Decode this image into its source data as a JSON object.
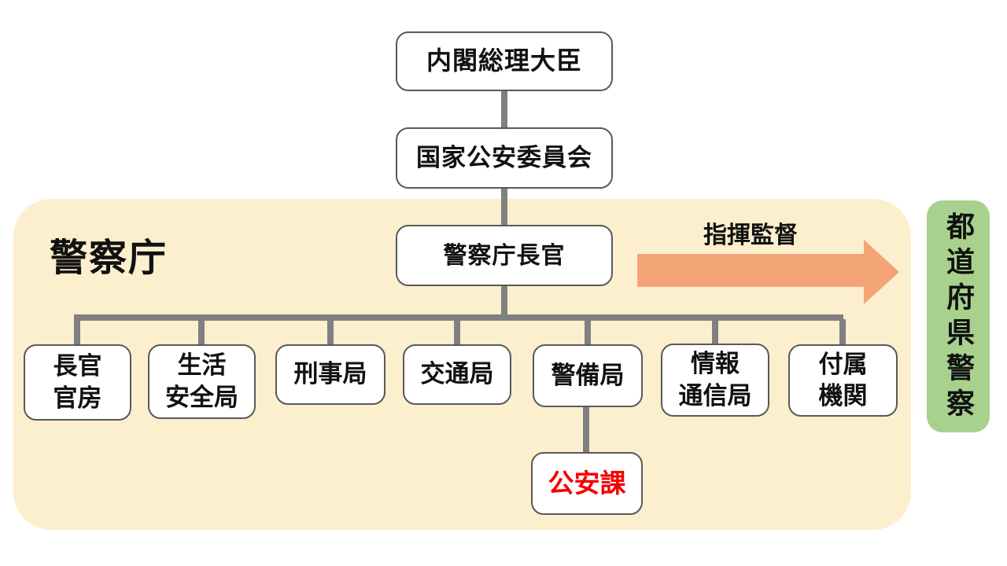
{
  "org_chart": {
    "top_chain": [
      {
        "id": "prime-minister",
        "label": "内閣総理大臣"
      },
      {
        "id": "national-public-safety-commission",
        "label": "国家公安委員会"
      },
      {
        "id": "npa-commissioner",
        "label": "警察庁長官"
      }
    ],
    "agency_panel_label": "警察庁",
    "supervision_arrow_label": "指揮監督",
    "prefectural_police_label": "都道府県警察",
    "departments": [
      "長官\n官房",
      "生活\n安全局",
      "刑事局",
      "交通局",
      "警備局",
      "情報\n通信局",
      "付属\n機関"
    ],
    "sub_division": "公安課",
    "colors": {
      "panel_bg": "#FCEFCD",
      "prefectural_bg": "#A9D18E",
      "arrow": "#F2A477",
      "connector": "#808080",
      "highlight_text": "#F40000"
    }
  }
}
